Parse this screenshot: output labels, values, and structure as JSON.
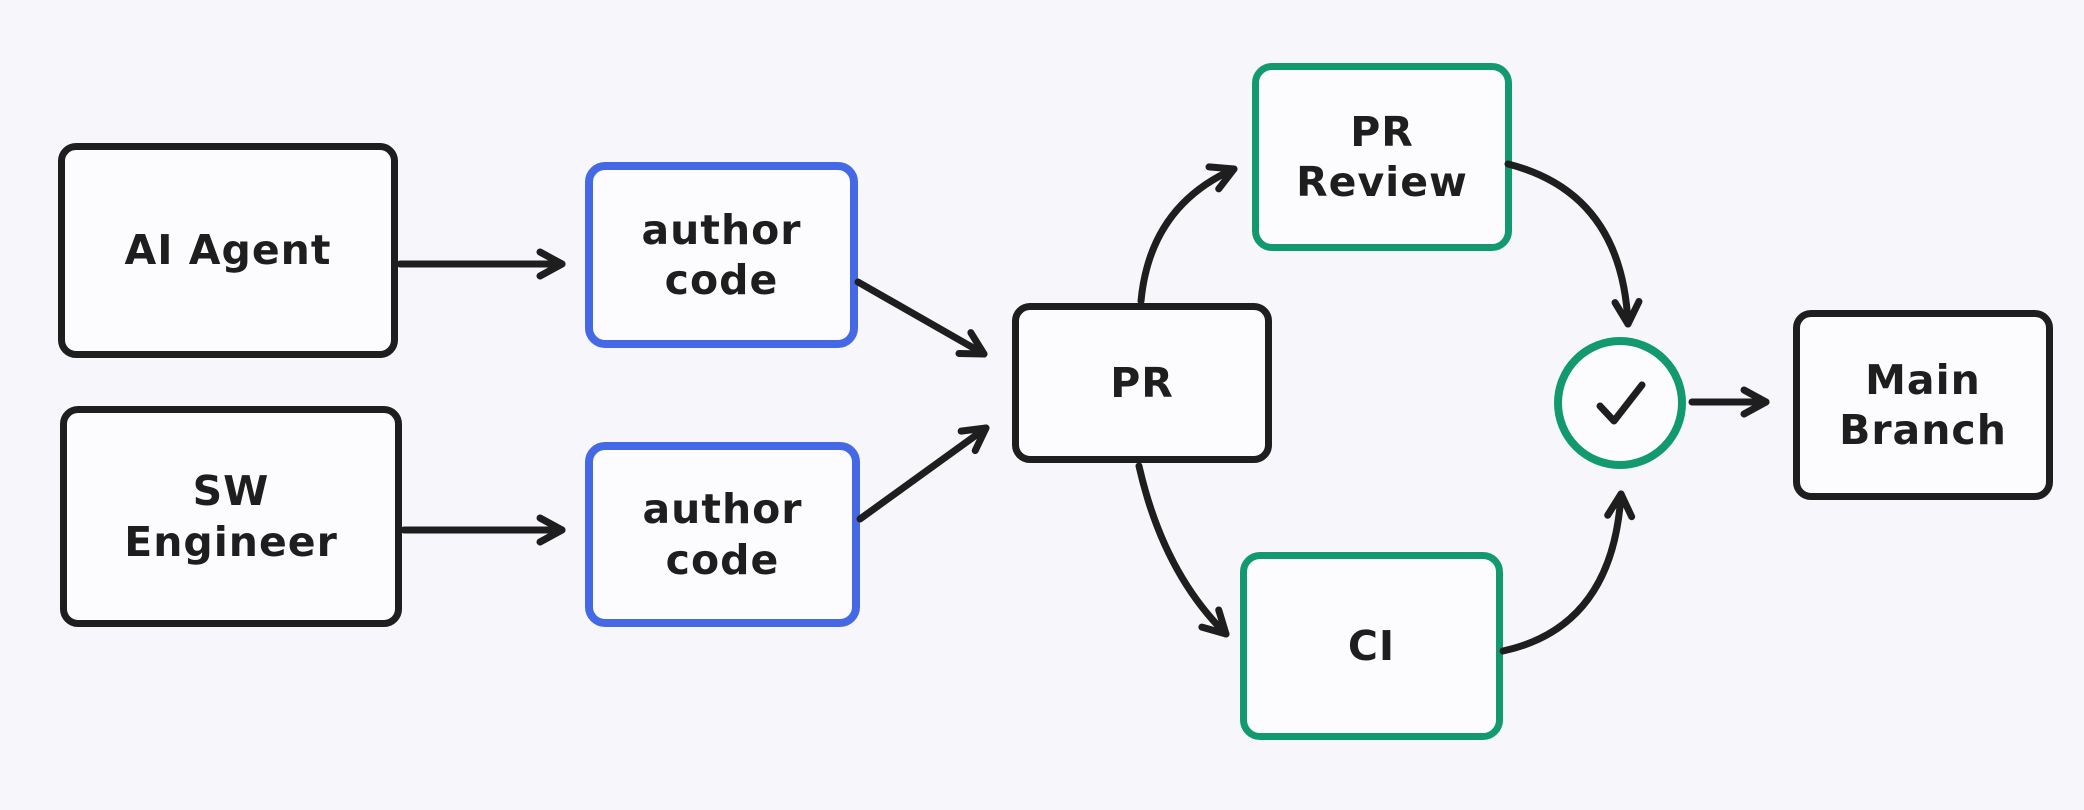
{
  "theme": {
    "bg": "#f7f7fb",
    "ink": "#1e1e1e",
    "blue": "#4569e4",
    "green": "#129a6e",
    "node_fill": "#fcfcfe"
  },
  "nodes": {
    "ai_agent": {
      "label": "AI Agent"
    },
    "sw_engineer": {
      "label": "SW\nEngineer"
    },
    "author_code_top": {
      "label": "author\ncode"
    },
    "author_code_bottom": {
      "label": "author\ncode"
    },
    "pr": {
      "label": "PR"
    },
    "pr_review": {
      "label": "PR\nReview"
    },
    "ci": {
      "label": "CI"
    },
    "approval_check": {
      "icon": "checkmark-icon"
    },
    "main_branch": {
      "label": "Main\nBranch"
    }
  }
}
